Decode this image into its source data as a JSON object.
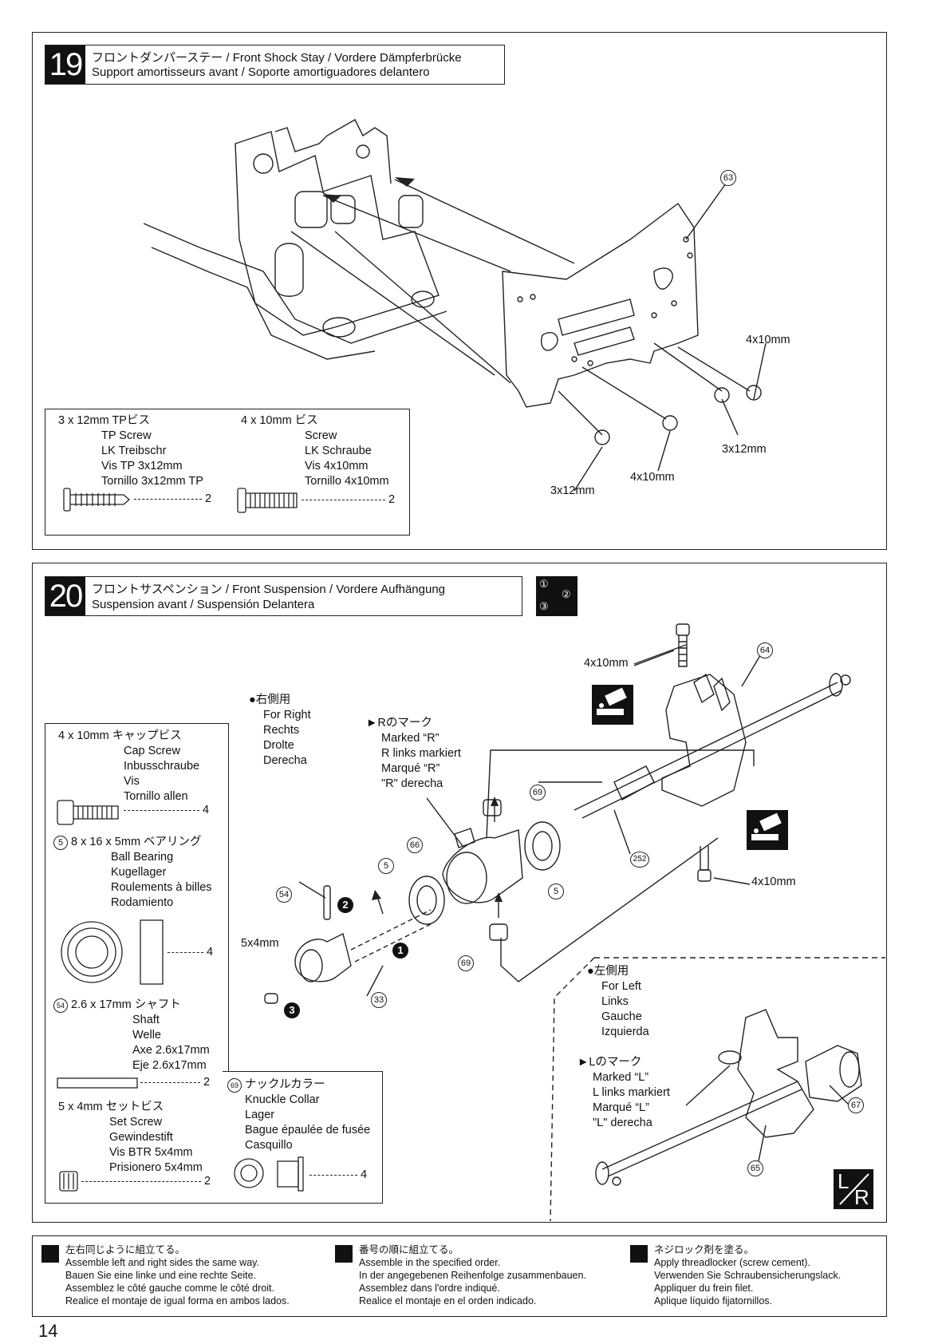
{
  "step19": {
    "number": "19",
    "title_line1": "フロントダンパーステー / Front Shock Stay / Vordere Dämpferbrücke",
    "title_line2": "Support amortisseurs avant / Soporte amortiguadores delantero",
    "part_num": "63",
    "labels": {
      "l1": "4x10mm",
      "l2": "3x12mm",
      "l3": "4x10mm",
      "l4": "3x12mm"
    },
    "parts": [
      {
        "title": "3 x 12mm  TPビス",
        "lines": [
          "TP Screw",
          "LK Treibschr",
          "Vis TP 3x12mm",
          "Tornillo 3x12mm TP"
        ],
        "qty": "2"
      },
      {
        "title": "4 x 10mm  ビス",
        "lines": [
          "Screw",
          "LK Schraube",
          "Vis 4x10mm",
          "Tornillo 4x10mm"
        ],
        "qty": "2"
      }
    ]
  },
  "step20": {
    "number": "20",
    "title_line1": "フロントサスペンション / Front Suspension / Vordere Aufhängung",
    "title_line2": "Suspension avant / Suspensión Delantera",
    "order_icon": {
      "n1": "①",
      "n2": "②",
      "n3": "③"
    },
    "lr_icon": {
      "l": "L",
      "r": "R"
    },
    "for_right": [
      "●右側用",
      "For Right",
      "Rechts",
      "Drolte",
      "Derecha"
    ],
    "marked_r": [
      "►Rのマーク",
      "Marked “R”",
      "R links markiert",
      "Marqué “R”",
      "\"R\" derecha"
    ],
    "for_left": [
      "●左側用",
      "For Left",
      "Links",
      "Gauche",
      "Izquierda"
    ],
    "marked_l": [
      "►Lのマーク",
      "Marked “L”",
      "L links markiert",
      "Marqué “L”",
      "\"L\" derecha"
    ],
    "callouts": {
      "c64": "64",
      "c69a": "69",
      "c66": "66",
      "c5a": "5",
      "c5b": "5",
      "c252": "252",
      "c54": "54",
      "c69b": "69",
      "c33": "33",
      "c67": "67",
      "c65": "65"
    },
    "steps": {
      "s1": "1",
      "s2": "2",
      "s3": "3"
    },
    "labels": {
      "top": "4x10mm",
      "right": "4x10mm",
      "set": "5x4mm"
    },
    "parts_left": [
      {
        "title": "4 x 10mm  キャップビス",
        "lines": [
          "Cap Screw",
          "Inbusschraube",
          "Vis",
          "Tornillo allen"
        ],
        "qty": "4"
      },
      {
        "num": "5",
        "title": "8 x 16 x 5mm  ベアリング",
        "lines": [
          "Ball Bearing",
          "Kugellager",
          "Roulements à billes",
          "Rodamiento"
        ],
        "qty": "4"
      },
      {
        "num": "54",
        "title": "2.6 x 17mm  シャフト",
        "lines": [
          "Shaft",
          "Welle",
          "Axe 2.6x17mm",
          "Eje 2.6x17mm"
        ],
        "qty": "2"
      },
      {
        "title": "5 x 4mm  セットビス",
        "lines": [
          "Set Screw",
          "Gewindestift",
          "Vis BTR 5x4mm",
          "Prisionero 5x4mm"
        ],
        "qty": "2"
      }
    ],
    "part_collar": {
      "num": "69",
      "title": "ナックルカラー",
      "lines": [
        "Knuckle Collar",
        "Lager",
        "Bague épaulée de fusée",
        "Casquillo"
      ],
      "qty": "4"
    }
  },
  "footer": {
    "col1": [
      "左右同じように組立てる。",
      "Assemble left and right sides the same way.",
      "Bauen Sie eine linke und eine rechte Seite.",
      "Assemblez le côté gauche comme le côté droit.",
      "Realice el montaje de igual forma en ambos lados."
    ],
    "col2": [
      "番号の順に組立てる。",
      "Assemble in the specified order.",
      "In der angegebenen Reihenfolge zusammenbauen.",
      "Assemblez dans l'ordre indiqué.",
      "Realice el montaje en el orden indicado."
    ],
    "col3": [
      "ネジロック剤を塗る。",
      "Apply threadlocker (screw cement).",
      "Verwenden Sie Schraubensicherungslack.",
      "Appliquer du frein filet.",
      "Aplique líquido fijatornillos."
    ]
  },
  "page_number": "14"
}
